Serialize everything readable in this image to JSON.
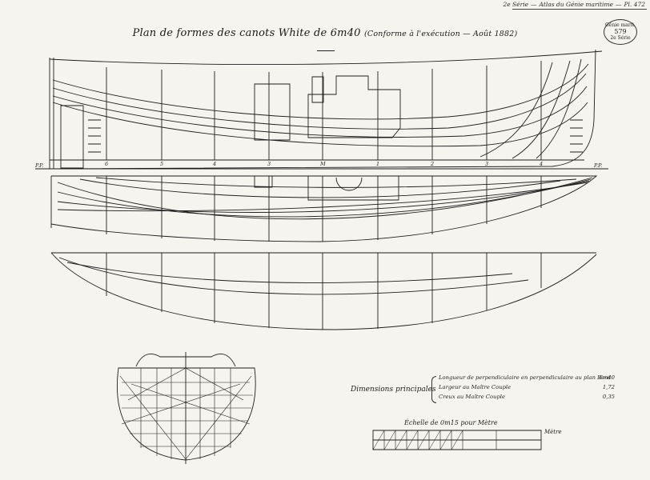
{
  "header": {
    "series": "2e Série",
    "atlas": "Atlas du Génie maritime",
    "plate": "Pl. 472"
  },
  "stamp": {
    "line1": "Génie marit.",
    "number": "579",
    "line3": "2e Série"
  },
  "title": {
    "main": "Plan de formes des canots White de 6m40",
    "sub": "(Conforme à l'exécution — Août 1882)"
  },
  "stations": {
    "perpendicular_aft": "P.P.",
    "perpendicular_fwd": "P.P.",
    "labels": [
      "6",
      "5",
      "4",
      "3",
      "M",
      "1",
      "2",
      "3",
      "4"
    ]
  },
  "dimensions": {
    "heading": "Dimensions principales",
    "rows": [
      {
        "label": "Longueur de perpendiculaire en perpendiculaire au plan Bord",
        "value": "6m40"
      },
      {
        "label": "Largeur au Maître Couple",
        "value": "1,72"
      },
      {
        "label": "Creux au Maître Couple",
        "value": "0,35"
      }
    ]
  },
  "scale": {
    "title": "Échelle de 0m15 pour Mètre",
    "unit": "Mètre"
  },
  "colors": {
    "ink": "#1e1e1e",
    "paper": "#f6f4ef"
  }
}
